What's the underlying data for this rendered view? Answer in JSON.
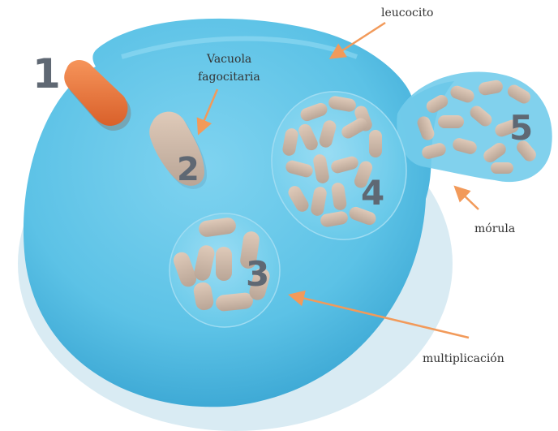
{
  "labels": {
    "leucocito": "leucocito",
    "vacuola_line1": "Vacuola",
    "vacuola_line2": "fagocitaria",
    "morula": "mórula",
    "multiplicacion": "multiplicación"
  },
  "numbers": [
    "1",
    "2",
    "3",
    "4",
    "5"
  ],
  "colors": {
    "cell": "#5cc2e6",
    "cell_edge": "#3fa9d4",
    "bacterium": "#f07a3d",
    "organism": "#c9b7a8",
    "arrow": "#f29a5a",
    "number": "#5f6873"
  }
}
